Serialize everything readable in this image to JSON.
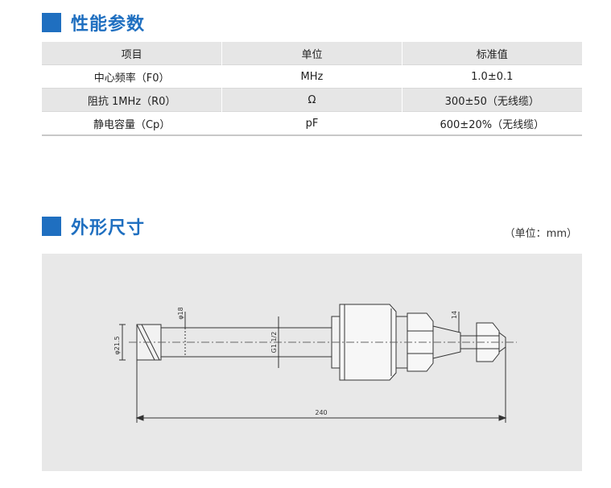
{
  "performance": {
    "title": "性能参数",
    "headers": [
      "项目",
      "单位",
      "标准值"
    ],
    "rows": [
      [
        "中心频率（F0）",
        "MHz",
        "1.0±0.1"
      ],
      [
        "阻抗 1MHz（R0）",
        "Ω",
        "300±50（无线缆）"
      ],
      [
        "静电容量（Cp）",
        "pF",
        "600±20%（无线缆）"
      ]
    ]
  },
  "dimensions": {
    "title": "外形尺寸",
    "unit_note": "（单位：mm）",
    "labels": {
      "d_tip": "φ21.5",
      "d_rod": "φ18",
      "thread": "G1 1/2",
      "d_small": "14",
      "length": "240"
    }
  },
  "colors": {
    "accent": "#1f6fc0",
    "table_header_bg": "#e6e6e6",
    "drawing_bg": "#e8e8e8"
  }
}
